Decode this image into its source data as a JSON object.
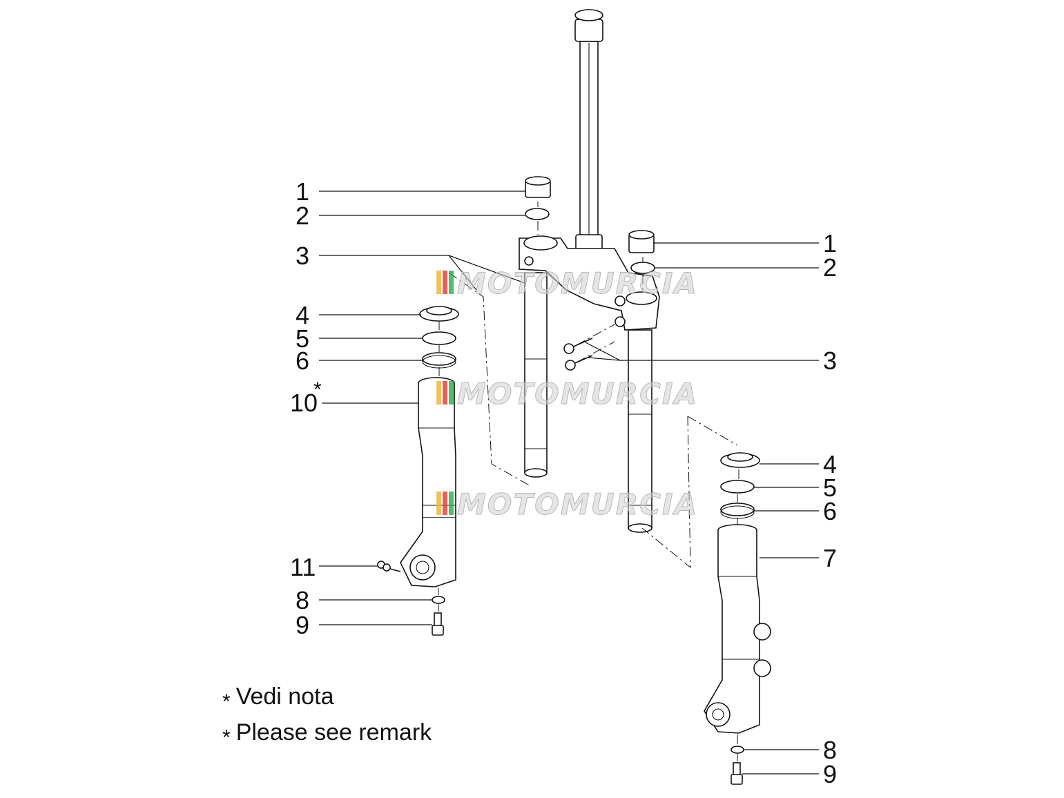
{
  "callouts": {
    "c1_left": "1",
    "c2_left": "2",
    "c3_left": "3",
    "c4_left": "4",
    "c5_left": "5",
    "c6_left": "6",
    "c10_left": "10",
    "c10_star": "*",
    "c11_left": "11",
    "c8_left": "8",
    "c9_left": "9",
    "c1_right": "1",
    "c2_right": "2",
    "c3_right": "3",
    "c4_right": "4",
    "c5_right": "5",
    "c6_right": "6",
    "c7_right": "7",
    "c8_right": "8",
    "c9_right": "9"
  },
  "notes": {
    "star": "*",
    "note_it": "Vedi nota",
    "note_en": "Please see remark"
  },
  "watermark": {
    "text": "MOTOMURCIA",
    "stripe_colors": [
      "#f2b233",
      "#e23a3a",
      "#2fa84f",
      "#9e9e9e"
    ]
  }
}
